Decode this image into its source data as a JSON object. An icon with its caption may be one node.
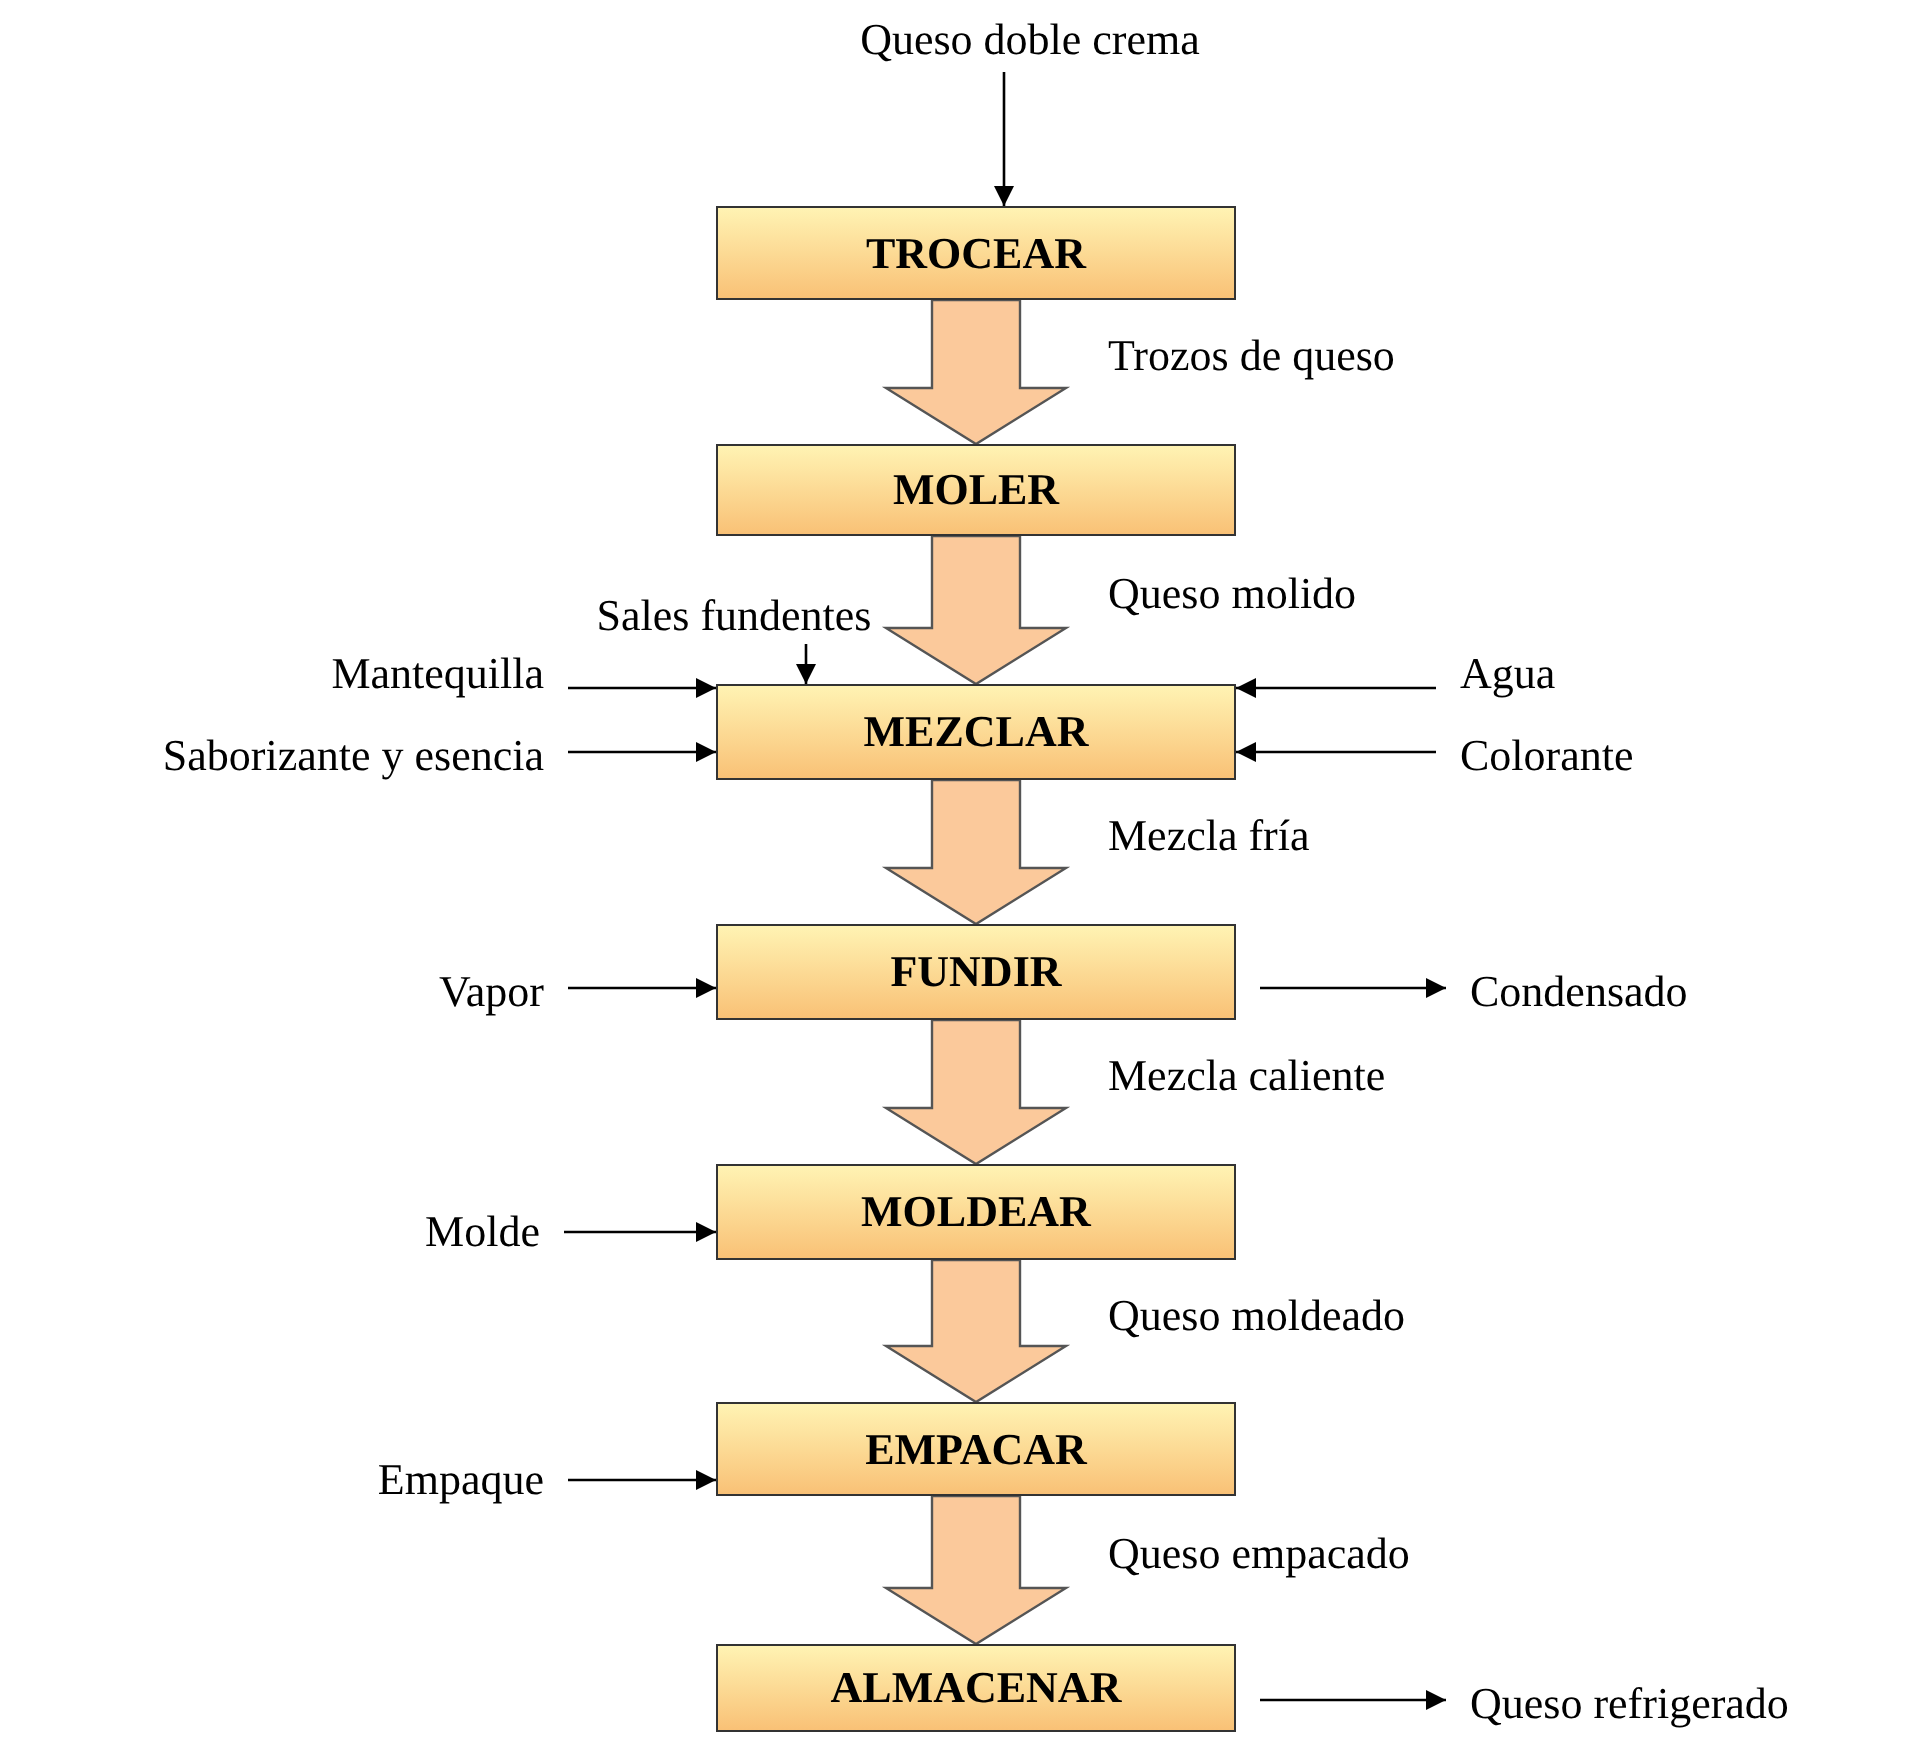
{
  "diagram": {
    "nodes": [
      {
        "text": [
          "Queso doble crema"
        ]
      },
      {
        "text": [
          "TROCEAR"
        ]
      },
      {
        "text": [
          "MOLER"
        ]
      },
      {
        "text": [
          "MEZCLAR"
        ]
      },
      {
        "text": [
          "FUNDIR"
        ]
      },
      {
        "text": [
          "MOLDEAR"
        ]
      },
      {
        "text": [
          "EMPACAR"
        ]
      },
      {
        "text": [
          "ALMACENAR"
        ]
      },
      {
        "text": [
          "Sales fundentes"
        ]
      },
      {
        "text": [
          "Mantequilla"
        ]
      },
      {
        "text": [
          "Saborizante y esencia"
        ]
      },
      {
        "text": [
          "Agua"
        ]
      },
      {
        "text": [
          "Colorante"
        ]
      },
      {
        "text": [
          "Vapor"
        ]
      },
      {
        "text": [
          "Condensado"
        ]
      },
      {
        "text": [
          "Molde"
        ]
      },
      {
        "text": [
          "Empaque"
        ]
      },
      {
        "text": [
          "Queso refrigerado"
        ]
      }
    ],
    "edges": [
      {
        "from": 0,
        "to": 1,
        "arrow": "to"
      },
      {
        "from": 1,
        "to": 2,
        "arrow": "to",
        "label": "Trozos de queso",
        "style": "thick",
        "color": "#fbc99b"
      },
      {
        "from": 2,
        "to": 3,
        "arrow": "to",
        "label": "Queso molido",
        "style": "thick",
        "color": "#fbc99b"
      },
      {
        "from": 8,
        "to": 3,
        "arrow": "to"
      },
      {
        "from": 9,
        "to": 3,
        "arrow": "to"
      },
      {
        "from": 10,
        "to": 3,
        "arrow": "to"
      },
      {
        "from": 11,
        "to": 3,
        "arrow": "to"
      },
      {
        "from": 12,
        "to": 3,
        "arrow": "to"
      },
      {
        "from": 3,
        "to": 4,
        "arrow": "to",
        "label": "Mezcla fría",
        "style": "thick",
        "color": "#fbc99b"
      },
      {
        "from": 13,
        "to": 4,
        "arrow": "to"
      },
      {
        "from": 4,
        "to": 14,
        "arrow": "to"
      },
      {
        "from": 4,
        "to": 5,
        "arrow": "to",
        "label": "Mezcla caliente",
        "style": "thick",
        "color": "#fbc99b"
      },
      {
        "from": 15,
        "to": 5,
        "arrow": "to"
      },
      {
        "from": 5,
        "to": 6,
        "arrow": "to",
        "label": "Queso moldeado",
        "style": "thick",
        "color": "#fbc99b"
      },
      {
        "from": 16,
        "to": 6,
        "arrow": "to"
      },
      {
        "from": 6,
        "to": 7,
        "arrow": "to",
        "label": "Queso empacado",
        "style": "thick",
        "color": "#fbc99b"
      },
      {
        "from": 7,
        "to": 17,
        "arrow": "to"
      }
    ]
  }
}
